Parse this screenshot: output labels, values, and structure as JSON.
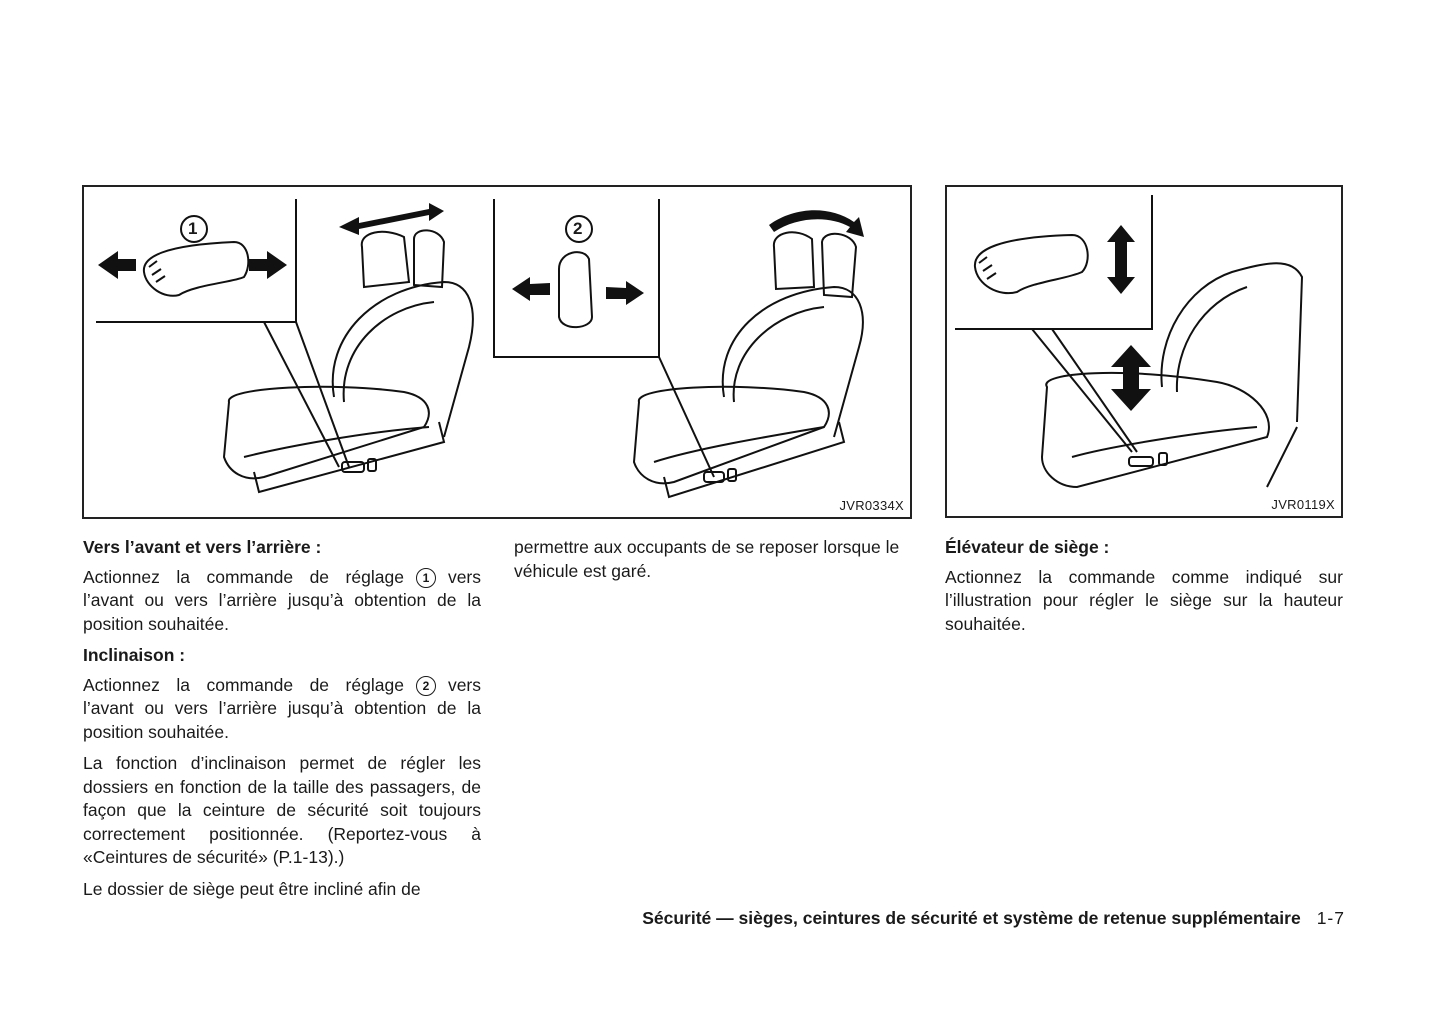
{
  "figures": [
    {
      "code": "JVR0334X",
      "callouts": [
        "1",
        "2"
      ]
    },
    {
      "code": "JVR0119X"
    }
  ],
  "column1": {
    "heading1": "Vers l’avant et vers l’arrière :",
    "p1_before": "Actionnez la commande de réglage",
    "p1_marker": "1",
    "p1_after": "vers l’avant ou vers l’arrière jusqu’à obtention de la position souhaitée.",
    "heading2": "Inclinaison :",
    "p2_before": "Actionnez la commande de réglage",
    "p2_marker": "2",
    "p2_after": "vers l’avant ou vers l’arrière jusqu’à obtention de la position souhaitée.",
    "p3": "La fonction d’inclinaison permet de régler les dossiers en fonction de la taille des passagers, de façon que la ceinture de sécurité soit toujours correctement positionnée. (Reportez-vous à «Ceintures de sécurité» (P.1-13).)",
    "p4": "Le dossier de siège peut être incliné afin de"
  },
  "column2": {
    "p1": "permettre aux occupants de se reposer lorsque le véhicule est garé."
  },
  "column3": {
    "heading": "Élévateur de siège :",
    "p1": "Actionnez la commande comme indiqué sur l’illustration pour régler le siège sur la hauteur souhaitée."
  },
  "footer": {
    "title": "Sécurité — sièges, ceintures de sécurité et système de retenue supplémentaire",
    "page": "1-7"
  }
}
